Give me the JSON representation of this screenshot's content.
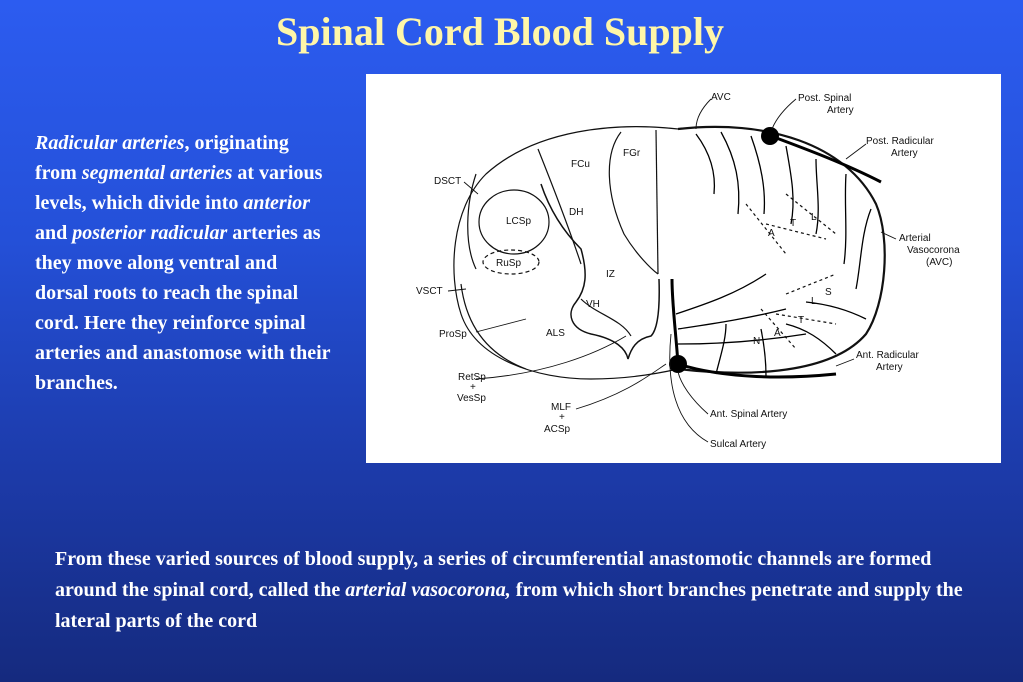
{
  "slide": {
    "title": "Spinal Cord Blood Supply"
  },
  "left_text": {
    "part1_italic": "Radicular arteries",
    "part2": ", originating from ",
    "part3_italic": "segmental arteries",
    "part4": " at various levels, which divide into ",
    "part5_italic": "anterior",
    "part6": " and ",
    "part7_italic": "posterior radicular",
    "part8": " arteries as they move along ventral and dorsal roots to reach the spinal cord. Here they reinforce spinal arteries and anastomose with their branches."
  },
  "bottom_text": {
    "part1": "From these varied sources of blood supply, a series of circumferential anastomotic channels are formed around the spinal cord, called the ",
    "part2_italic": "arterial vasocorona,",
    "part3": " from which short branches penetrate and supply the lateral parts of the cord"
  },
  "figure": {
    "labels": {
      "avc_top": "AVC",
      "post_spinal_1": "Post. Spinal",
      "post_spinal_2": "Artery",
      "post_radicular_1": "Post. Radicular",
      "post_radicular_2": "Artery",
      "arterial_vaso_1": "Arterial",
      "arterial_vaso_2": "Vasocorona",
      "arterial_vaso_3": "(AVC)",
      "ant_radicular_1": "Ant. Radicular",
      "ant_radicular_2": "Artery",
      "ant_spinal": "Ant. Spinal Artery",
      "sulcal": "Sulcal Artery",
      "fgr": "FGr",
      "fcu": "FCu",
      "dsct": "DSCT",
      "lcsp": "LCSp",
      "dh": "DH",
      "rusp": "RuSp",
      "iz": "IZ",
      "vsct": "VSCT",
      "vh": "VH",
      "prosp": "ProSp",
      "als": "ALS",
      "retsp_1": "RetSp",
      "retsp_2": "+",
      "retsp_3": "VesSp",
      "mlf_1": "MLF",
      "mlf_2": "+",
      "mlf_3": "ACSp",
      "zone_l1": "L",
      "zone_t1": "T",
      "zone_a1": "A",
      "zone_s2": "S",
      "zone_l2": "L",
      "zone_t2": "T",
      "zone_n2": "N",
      "zone_a2": "A"
    }
  }
}
